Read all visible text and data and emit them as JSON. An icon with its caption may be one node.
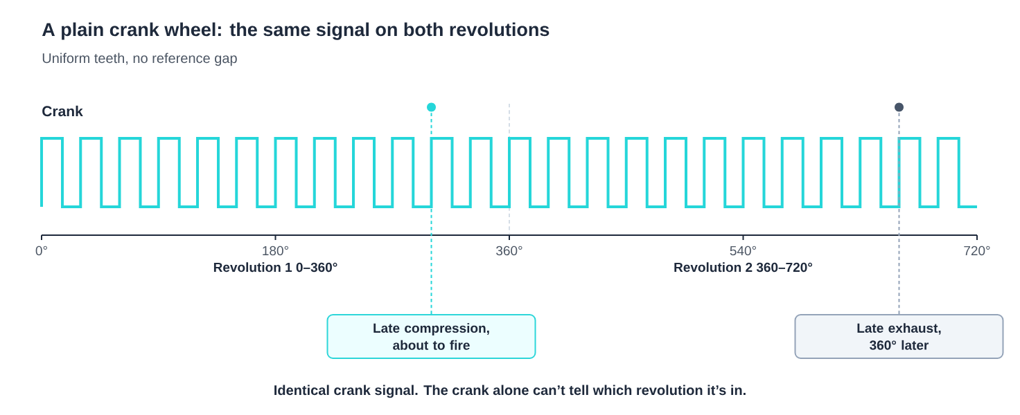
{
  "diagram": {
    "title": "A plain crank wheel: the same signal on both revolutions",
    "caption": "Identical crank signal. The crank alone can’t tell which revolution it’s in.",
    "nodes": [
      {
        "text": [],
        "shape": "circle"
      },
      {
        "text": [],
        "shape": "circle"
      },
      {
        "text": [
          "Late compression, about to fire"
        ]
      },
      {
        "text": [
          "Late exhaust, 360° later"
        ]
      }
    ],
    "edges": [
      {
        "from": 2,
        "to": 0,
        "arrow": "none",
        "style": "dashed",
        "color": "#25d6d9"
      },
      {
        "from": 3,
        "to": 1,
        "arrow": "none",
        "style": "dashed",
        "color": "#94a3b8"
      }
    ],
    "labels": [
      "Uniform teeth, no reference gap",
      "Crank",
      "0°",
      "180°",
      "360°",
      "540°",
      "720°",
      "Revolution 1 0–360°",
      "Revolution 2 360–720°"
    ]
  }
}
